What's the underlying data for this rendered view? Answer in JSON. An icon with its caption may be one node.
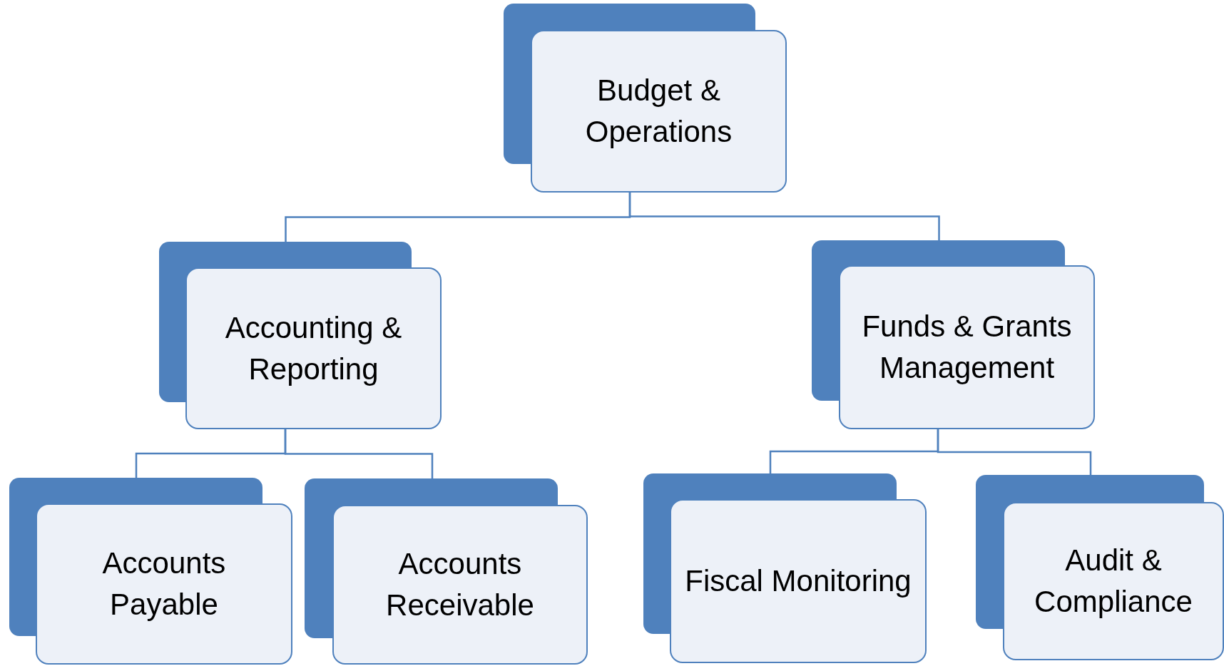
{
  "diagram": {
    "nodes": [
      {
        "text": [
          "Budget & Operations"
        ]
      },
      {
        "text": [
          "Accounting & Reporting"
        ]
      },
      {
        "text": [
          "Funds & Grants Management"
        ]
      },
      {
        "text": [
          "Accounts Payable"
        ]
      },
      {
        "text": [
          "Accounts Receivable"
        ]
      },
      {
        "text": [
          "Fiscal Monitoring"
        ]
      },
      {
        "text": [
          "Audit & Compliance"
        ]
      }
    ],
    "edges": [
      {
        "from": 0,
        "to": 1,
        "arrow": "none"
      },
      {
        "from": 0,
        "to": 2,
        "arrow": "none"
      },
      {
        "from": 1,
        "to": 3,
        "arrow": "none"
      },
      {
        "from": 1,
        "to": 4,
        "arrow": "none"
      },
      {
        "from": 2,
        "to": 5,
        "arrow": "none"
      },
      {
        "from": 2,
        "to": 6,
        "arrow": "none"
      }
    ]
  }
}
